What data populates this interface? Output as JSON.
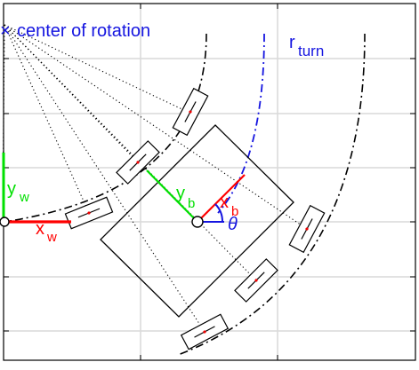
{
  "figure": {
    "labels": {
      "center_marker": "×",
      "center_of_rotation": "center of rotation",
      "r_turn_main": "r",
      "r_turn_sub": "turn",
      "y_w_main": "y",
      "y_w_sub": "w",
      "x_w_main": "x",
      "x_w_sub": "w",
      "y_b_main": "y",
      "y_b_sub": "b",
      "x_b_main": "x",
      "x_b_sub": "b",
      "theta": "θ"
    },
    "colors": {
      "grid": "#d9d9d9",
      "axes_frame": "#000000",
      "label_blue": "#1515e0",
      "red_axis": "#ff0000",
      "green_axis": "#00e000",
      "wheel_center": "#ee0000",
      "turn_radius_line": "#1515e0"
    }
  }
}
